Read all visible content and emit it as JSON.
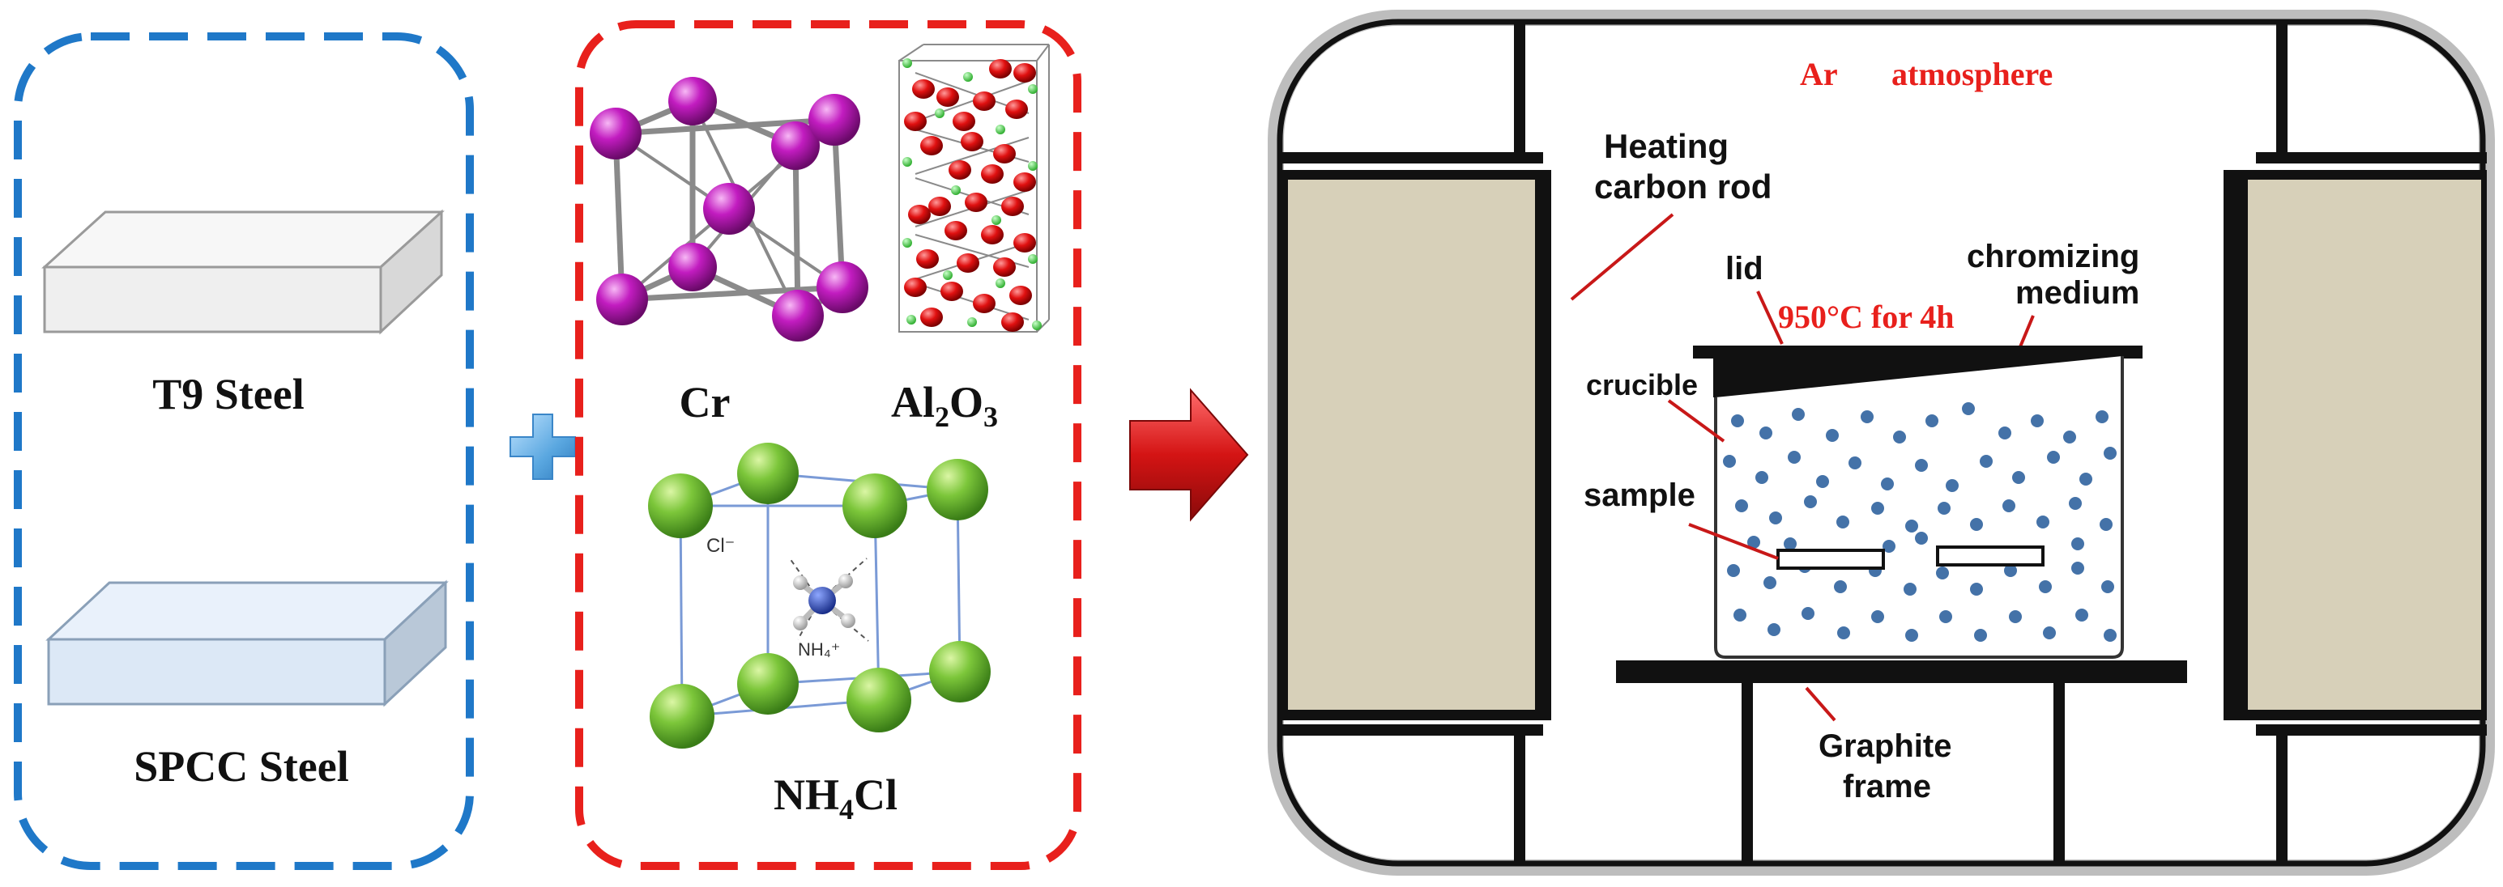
{
  "materials": {
    "steel_1": "T9 Steel",
    "steel_2": "SPCC Steel"
  },
  "medium": {
    "cr_label": "Cr",
    "al2o3_base": "Al",
    "al2o3_sub1": "2",
    "al2o3_mid": "O",
    "al2o3_sub2": "3",
    "nh4cl_base": "NH",
    "nh4cl_sub": "4",
    "nh4cl_end": "Cl",
    "cl_ion_label": "Cl⁻",
    "nh4_ion_label": "NH₄⁺"
  },
  "furnace": {
    "atmosphere_gas": "Ar",
    "atmosphere_word": "atmosphere",
    "heating_line1": "Heating",
    "heating_line2": "carbon rod",
    "lid": "lid",
    "condition": "950°C for 4h",
    "medium_line1": "chromizing",
    "medium_line2": "medium",
    "crucible": "crucible",
    "sample": "sample",
    "graphite_line1": "Graphite",
    "graphite_line2": "frame"
  },
  "colors": {
    "blue_dash": "#1f78c8",
    "red_dash": "#e8201c",
    "red_text": "#e8201c",
    "chromium_atom": "#c21cc0",
    "oxygen_atom": "#e01010",
    "aluminum_atom": "#3fd13f",
    "chloride_atom": "#5cb827",
    "heater_fill": "#d7d0b9",
    "particle": "#4472a8",
    "plus": "#6fb4e6",
    "arrow": "#d41414"
  }
}
